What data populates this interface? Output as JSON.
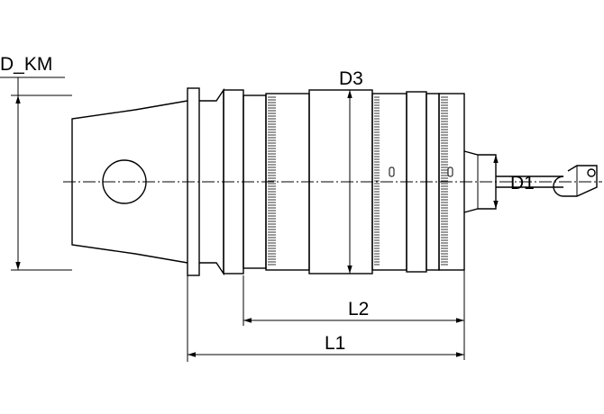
{
  "drawing": {
    "labels": {
      "d_km": "D_KM",
      "d3": "D3",
      "d1": "D1",
      "l2": "L2",
      "l1": "L1"
    }
  }
}
